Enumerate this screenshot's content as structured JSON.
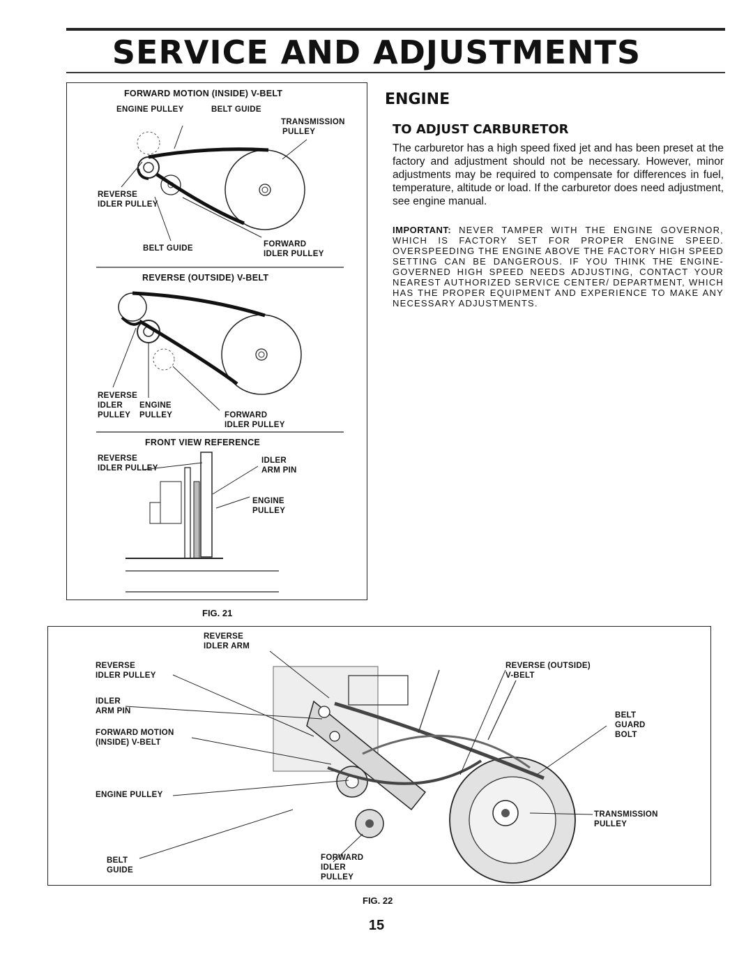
{
  "page": {
    "title": "SERVICE AND ADJUSTMENTS",
    "page_number": "15"
  },
  "fig21": {
    "caption": "FIG. 21",
    "forward": {
      "heading": "FORWARD MOTION (INSIDE) V-BELT",
      "engine_pulley": "ENGINE PULLEY",
      "belt_guide_top": "BELT GUIDE",
      "transmission": "TRANSMISSION",
      "transmission_pulley": "PULLEY",
      "reverse_idler": "REVERSE\nIDLER PULLEY",
      "belt_guide_bottom": "BELT GUIDE",
      "forward_idler": "FORWARD\nIDLER PULLEY"
    },
    "reverse": {
      "heading": "REVERSE (OUTSIDE) V-BELT",
      "reverse_idler": "REVERSE\nIDLER\nPULLEY",
      "engine_pulley": "ENGINE\nPULLEY",
      "forward_idler": "FORWARD\nIDLER PULLEY"
    },
    "front": {
      "heading": "FRONT VIEW REFERENCE",
      "reverse_idler": "REVERSE\nIDLER PULLEY",
      "idler_arm_pin": "IDLER\nARM PIN",
      "engine_pulley": "ENGINE\nPULLEY"
    }
  },
  "engine_section": {
    "heading": "ENGINE",
    "subheading": "TO ADJUST CARBURETOR",
    "paragraph": "The carburetor has a high speed fixed jet and has been preset at the factory and adjustment should not be necessary. However, minor adjustments may be required to compensate for differences in fuel, temperature, altitude or load. If the carburetor does need adjustment, see engine manual.",
    "important_label": "IMPORTANT:",
    "important_text": "NEVER TAMPER WITH THE ENGINE GOVERNOR, WHICH IS FACTORY SET FOR PROPER ENGINE SPEED. OVERSPEEDING THE ENGINE ABOVE THE FACTORY HIGH SPEED SETTING CAN BE DANGEROUS. IF YOU THINK THE ENGINE-GOVERNED HIGH SPEED NEEDS ADJUSTING, CONTACT YOUR NEAREST AUTHORIZED SERVICE CENTER/ DEPARTMENT, WHICH HAS THE PROPER EQUIPMENT AND EXPERIENCE TO MAKE ANY NECESSARY ADJUSTMENTS."
  },
  "fig22": {
    "caption": "FIG. 22",
    "reverse_idler_arm": "REVERSE\nIDLER ARM",
    "reverse_idler_pulley": "REVERSE\nIDLER PULLEY",
    "idler_arm_pin": "IDLER\nARM PIN",
    "forward_motion": "FORWARD MOTION\n(INSIDE) V-BELT",
    "engine_pulley": "ENGINE PULLEY",
    "belt_guide": "BELT\nGUIDE",
    "forward_idler": "FORWARD\nIDLER\nPULLEY",
    "reverse_outside": "REVERSE (OUTSIDE)\nV-BELT",
    "belt_guard_bolt": "BELT\nGUARD\nBOLT",
    "transmission_pulley": "TRANSMISSION\nPULLEY"
  }
}
